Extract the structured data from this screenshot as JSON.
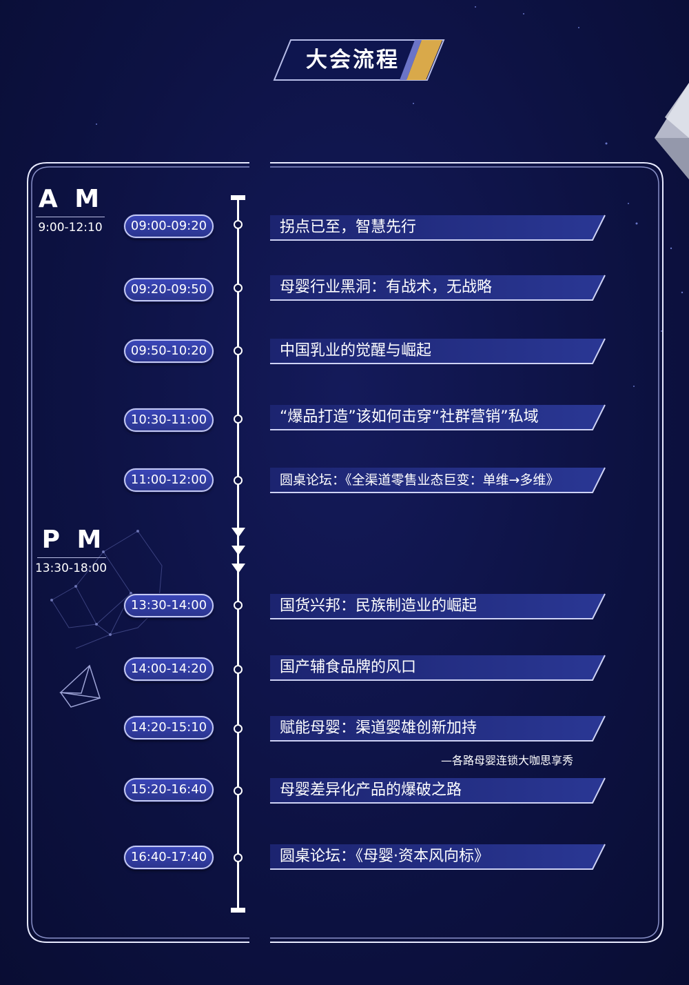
{
  "title": "大会流程",
  "colors": {
    "background": "#0d1243",
    "pill": "#2f3a9e",
    "accent_gold": "#d9a94a",
    "bar": "#1f2a80"
  },
  "sessions": [
    {
      "code": "A M",
      "range": "9:00-12:10"
    },
    {
      "code": "P M",
      "range": "13:30-18:00"
    }
  ],
  "agenda": [
    {
      "time": "09:00-09:20",
      "topic": "拐点已至，智慧先行"
    },
    {
      "time": "09:20-09:50",
      "topic": "母婴行业黑洞：有战术，无战略"
    },
    {
      "time": "09:50-10:20",
      "topic": "中国乳业的觉醒与崛起"
    },
    {
      "time": "10:30-11:00",
      "topic": "“爆品打造”该如何击穿“社群营销”私域"
    },
    {
      "time": "11:00-12:00",
      "topic": "圆桌论坛：《全渠道零售业态巨变：单维→多维》"
    },
    {
      "time": "13:30-14:00",
      "topic": "国货兴邦：民族制造业的崛起"
    },
    {
      "time": "14:00-14:20",
      "topic": "国产辅食品牌的风口"
    },
    {
      "time": "14:20-15:10",
      "topic": "赋能母婴：渠道婴雄创新加持",
      "note": "—各路母婴连锁大咖思享秀"
    },
    {
      "time": "15:20-16:40",
      "topic": "母婴差异化产品的爆破之路"
    },
    {
      "time": "16:40-17:40",
      "topic": "圆桌论坛：《母婴·资本风向标》"
    }
  ]
}
